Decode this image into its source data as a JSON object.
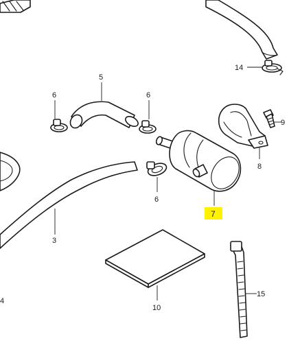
{
  "callouts": {
    "c3": "3",
    "c4": "4",
    "c5": "5",
    "c6a": "6",
    "c6b": "6",
    "c6c": "6",
    "c7": "7",
    "c8": "8",
    "c9": "9",
    "c10": "10",
    "c14": "14",
    "c15": "15"
  },
  "colors": {
    "line": "#1a1a1a",
    "highlight": "#fff200",
    "background": "#ffffff"
  }
}
